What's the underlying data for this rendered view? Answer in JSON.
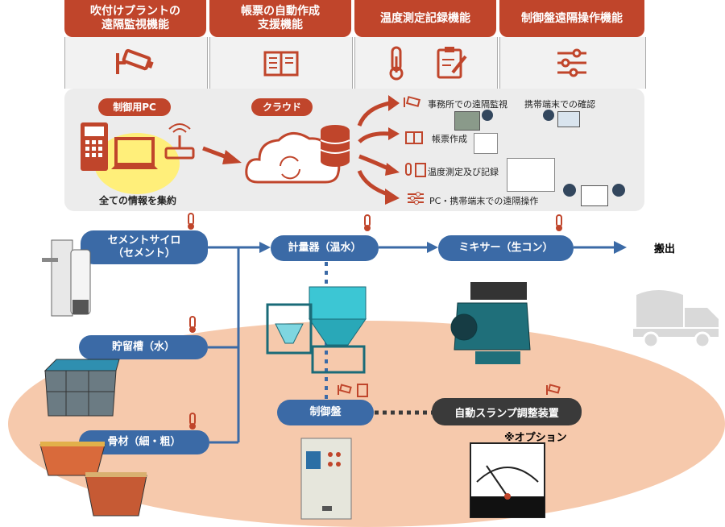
{
  "features": [
    {
      "title_line1": "吹付けプラントの",
      "title_line2": "遠隔監視機能",
      "icon": "camera-icon"
    },
    {
      "title_line1": "帳票の自動作成",
      "title_line2": "支援機能",
      "icon": "book-icon"
    },
    {
      "title_line1": "温度測定記録機能",
      "title_line2": "",
      "icon": "thermometer-clipboard-icon"
    },
    {
      "title_line1": "制御盤遠隔操作機能",
      "title_line2": "",
      "icon": "sliders-icon"
    }
  ],
  "top_panel": {
    "pc_label": "制御用PC",
    "cloud_label": "クラウド",
    "collect_caption": "全ての情報を集約",
    "outputs": [
      {
        "label": "事務所での遠隔監視",
        "extra": "携帯端末での確認",
        "icon": "camera-icon"
      },
      {
        "label": "帳票作成",
        "extra": "",
        "icon": "book-icon"
      },
      {
        "label": "温度測定及び記録",
        "extra": "",
        "icon": "clipboard-icon"
      },
      {
        "label": "PC・携帯端末での遠隔操作",
        "extra": "",
        "icon": "sliders-icon"
      }
    ]
  },
  "process": {
    "cement_line1": "セメントサイロ",
    "cement_line2": "（セメント）",
    "water": "貯留槽（水）",
    "aggregate": "骨材（細・粗）",
    "meter": "計量器（温水）",
    "mixer": "ミキサー（生コン）",
    "output": "搬出",
    "control_panel": "制御盤",
    "slump_device": "自動スランプ調整装置",
    "option_note": "※オプション"
  },
  "colors": {
    "accent_red": "#c0452b",
    "process_blue": "#3b6aa6",
    "ellipse": "#f6c9ac",
    "highlight": "#ffef7a"
  }
}
